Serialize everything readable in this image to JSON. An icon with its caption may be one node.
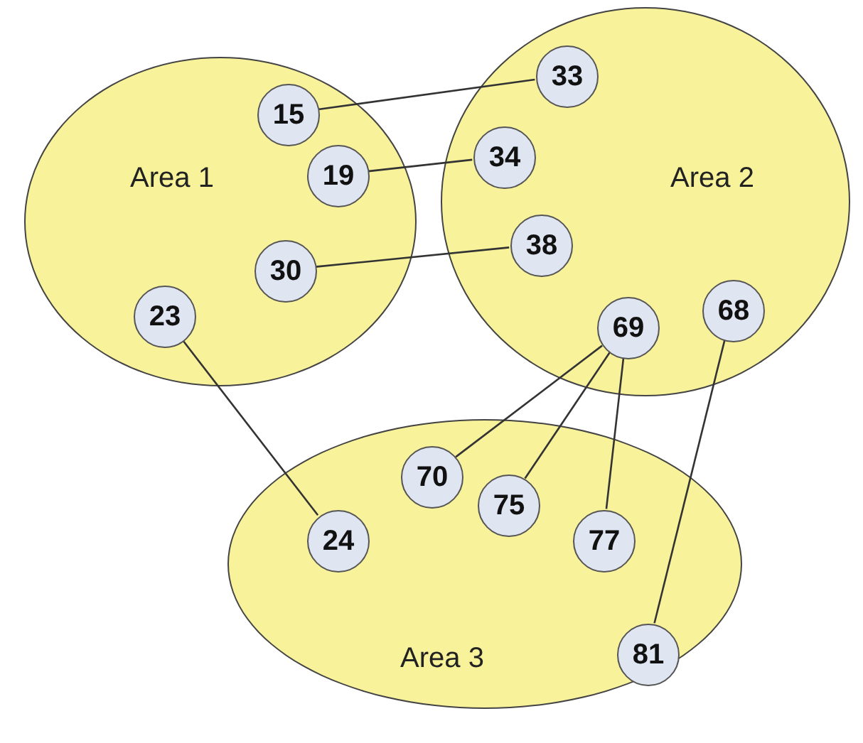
{
  "diagram": {
    "nodes": [
      {
        "text": [
          "Area 1"
        ]
      },
      {
        "text": [
          "15"
        ],
        "in": 0
      },
      {
        "text": [
          "19"
        ],
        "in": 0
      },
      {
        "text": [
          "30"
        ],
        "in": 0
      },
      {
        "text": [
          "23"
        ],
        "in": 0
      },
      {
        "text": [
          "Area 2"
        ]
      },
      {
        "text": [
          "33"
        ],
        "in": 5
      },
      {
        "text": [
          "34"
        ],
        "in": 5
      },
      {
        "text": [
          "38"
        ],
        "in": 5
      },
      {
        "text": [
          "69"
        ],
        "in": 5
      },
      {
        "text": [
          "68"
        ],
        "in": 5
      },
      {
        "text": [
          "Area 3"
        ]
      },
      {
        "text": [
          "70"
        ],
        "in": 11
      },
      {
        "text": [
          "75"
        ],
        "in": 11
      },
      {
        "text": [
          "24"
        ],
        "in": 11
      },
      {
        "text": [
          "77"
        ],
        "in": 11
      },
      {
        "text": [
          "81"
        ],
        "in": 11
      }
    ],
    "edges": [
      {
        "from": 1,
        "to": 6,
        "arrow": "none"
      },
      {
        "from": 2,
        "to": 7,
        "arrow": "none"
      },
      {
        "from": 3,
        "to": 8,
        "arrow": "none"
      },
      {
        "from": 4,
        "to": 14,
        "arrow": "none"
      },
      {
        "from": 9,
        "to": 12,
        "arrow": "none"
      },
      {
        "from": 9,
        "to": 13,
        "arrow": "none"
      },
      {
        "from": 9,
        "to": 15,
        "arrow": "none"
      },
      {
        "from": 10,
        "to": 16,
        "arrow": "none"
      }
    ]
  }
}
